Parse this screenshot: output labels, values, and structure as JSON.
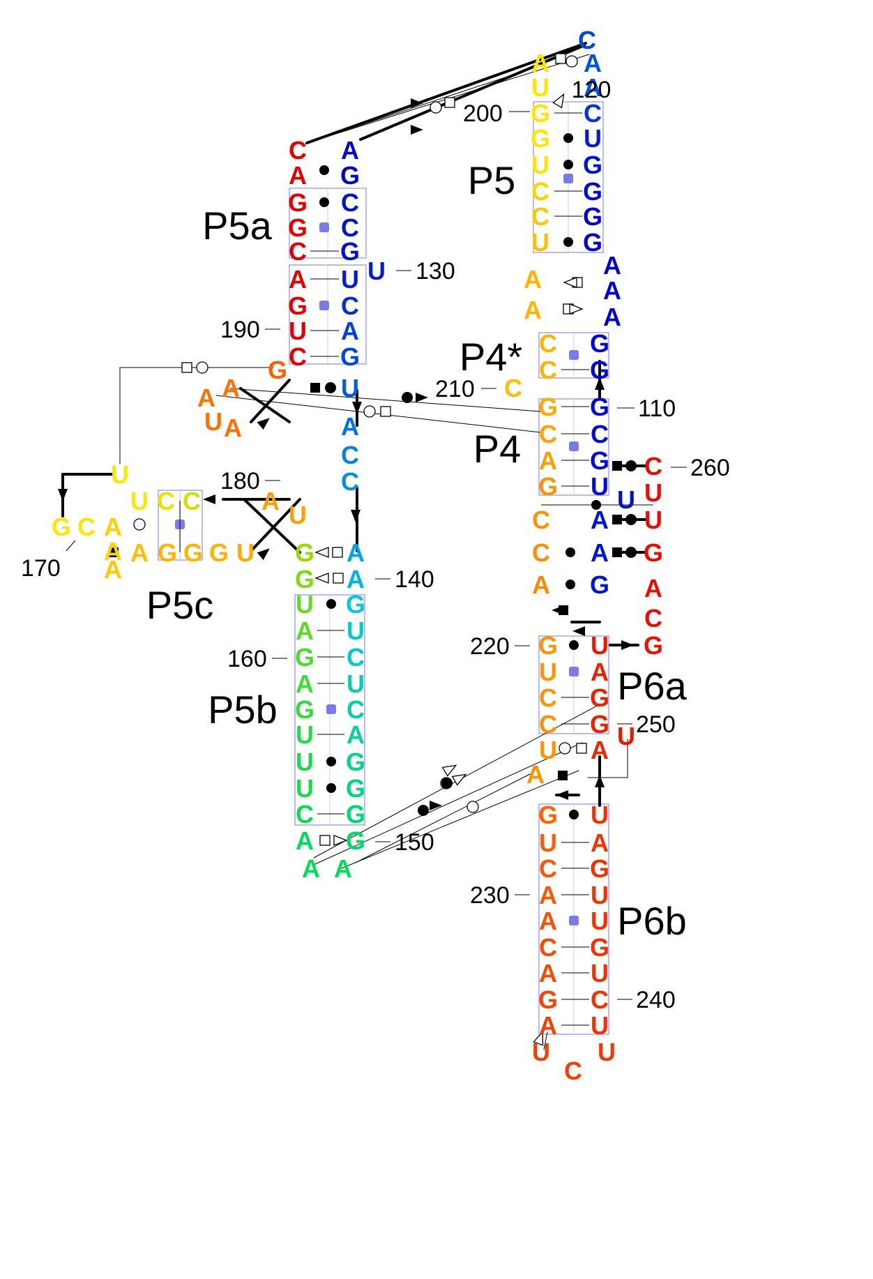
{
  "helix_labels": [
    "P5a",
    "P5",
    "P4*",
    "P4",
    "P5c",
    "P5b",
    "P6a",
    "P6b"
  ],
  "position_labels": [
    "120",
    "130",
    "200",
    "190",
    "210",
    "110",
    "260",
    "180",
    "170",
    "140",
    "160",
    "220",
    "250",
    "150",
    "230",
    "240"
  ],
  "sequence": {
    "strand_3prime_P5a_left": [
      "C",
      "A",
      "G",
      "G",
      "C",
      "A",
      "G",
      "U",
      "C",
      "G",
      "A",
      "A",
      "U",
      "A"
    ],
    "strand_P5a_right": [
      "A",
      "G",
      "C",
      "C",
      "G",
      "U",
      "U",
      "C",
      "A",
      "G",
      "U",
      "A",
      "C",
      "C",
      "A",
      "A"
    ],
    "P5c_loop": [
      "U",
      "G",
      "C",
      "A",
      "A",
      "U",
      "C",
      "C",
      "A",
      "G",
      "G",
      "G",
      "U",
      "A",
      "U",
      "A"
    ],
    "P5b_left": [
      "G",
      "G",
      "U",
      "A",
      "G",
      "A",
      "G",
      "U",
      "U",
      "U",
      "C",
      "A",
      "A",
      "A"
    ],
    "P5b_right": [
      "G",
      "U",
      "C",
      "U",
      "C",
      "A",
      "G",
      "G",
      "G",
      "G"
    ],
    "P5_left": [
      "A",
      "U",
      "G",
      "G",
      "U",
      "C",
      "C",
      "U"
    ],
    "P5_right": [
      "C",
      "A",
      "A",
      "C",
      "U",
      "G",
      "G",
      "G",
      "G"
    ],
    "P4_region_left": [
      "A",
      "A",
      "C",
      "C",
      "C",
      "G",
      "C",
      "A",
      "G",
      "C",
      "C",
      "A"
    ],
    "P4_region_right": [
      "A",
      "A",
      "A",
      "G",
      "G",
      "G",
      "C",
      "G",
      "U",
      "U",
      "A",
      "A",
      "G"
    ],
    "P6_right_strand": [
      "C",
      "U",
      "U",
      "G",
      "A",
      "C",
      "G",
      "U"
    ],
    "P6a_left": [
      "G",
      "U",
      "C",
      "C",
      "U",
      "A"
    ],
    "P6a_right": [
      "U",
      "A",
      "G",
      "G",
      "A"
    ],
    "P6b_left": [
      "G",
      "U",
      "C",
      "A",
      "A",
      "C",
      "A",
      "G",
      "A",
      "U"
    ],
    "P6b_right": [
      "U",
      "A",
      "G",
      "U",
      "U",
      "G",
      "U",
      "C",
      "U",
      "U"
    ],
    "P6b_loop": [
      "C"
    ]
  }
}
